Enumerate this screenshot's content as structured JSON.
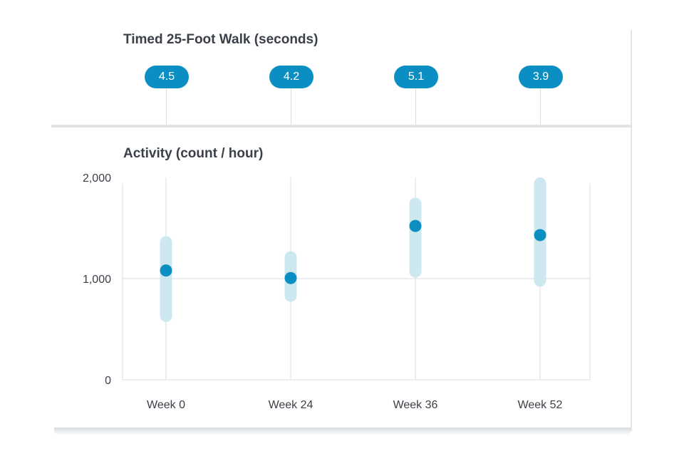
{
  "walk_section": {
    "title": "Timed 25-Foot Walk (seconds)",
    "values": [
      "4.5",
      "4.2",
      "5.1",
      "3.9"
    ]
  },
  "activity_section": {
    "title": "Activity (count / hour)"
  },
  "colors": {
    "accent": "#0b8fc2",
    "range_band": "#cce7f0",
    "title_text": "#3b4048",
    "grid": "#dadde0"
  },
  "chart_data": {
    "type": "scatter",
    "title": "Activity (count / hour)",
    "xlabel": "",
    "ylabel": "",
    "categories": [
      "Week 0",
      "Week 24",
      "Week 36",
      "Week 52"
    ],
    "series": [
      {
        "values": [
          1080,
          1005,
          1520,
          1430
        ],
        "low": [
          630,
          830,
          1070,
          980
        ],
        "high": [
          1360,
          1210,
          1740,
          1940
        ]
      }
    ],
    "y_ticks": [
      0,
      1000,
      2000
    ],
    "y_tick_labels": [
      "0",
      "1,000",
      "2,000"
    ],
    "ylim": [
      0,
      2000
    ],
    "grid": true,
    "legend": "none"
  }
}
